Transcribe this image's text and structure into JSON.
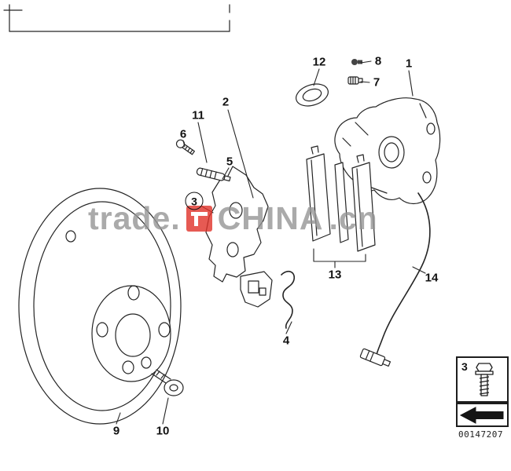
{
  "callouts": {
    "n1": "1",
    "n2": "2",
    "n3": "3",
    "n4": "4",
    "n5": "5",
    "n6": "6",
    "n7": "7",
    "n8": "8",
    "n9": "9",
    "n10": "10",
    "n11": "11",
    "n12": "12",
    "n13": "13",
    "n14": "14"
  },
  "watermark": {
    "prefix": "trade.",
    "brand": "CHINA",
    "suffix": ".cn",
    "gray_color": "#959595",
    "red_color": "#e03229"
  },
  "legend": {
    "ref": "3",
    "part_number": "00147207"
  },
  "colors": {
    "line": "#242424",
    "background": "#ffffff"
  }
}
